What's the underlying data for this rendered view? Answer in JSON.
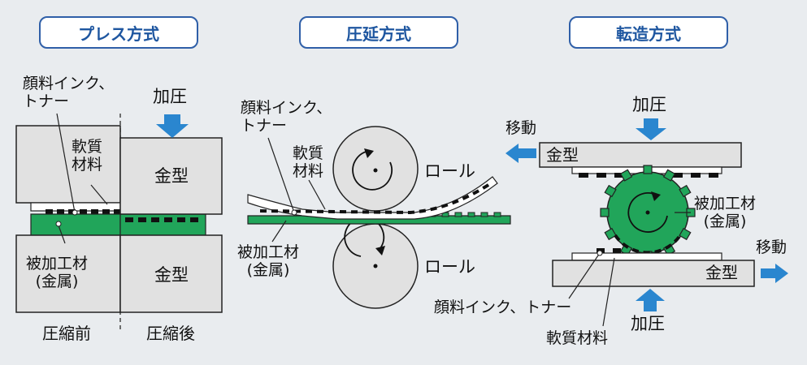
{
  "press": {
    "title": "プレス方式",
    "ink_label_line1": "顔料インク、",
    "ink_label_line2": "トナー",
    "soft_label_line1": "軟質",
    "soft_label_line2": "材料",
    "mold_top": "金型",
    "mold_bottom": "金型",
    "pressure": "加圧",
    "work_line1": "被加工材",
    "work_line2": "(金属)",
    "before": "圧縮前",
    "after": "圧縮後"
  },
  "rolling": {
    "title": "圧延方式",
    "ink_label_line1": "顔料インク、",
    "ink_label_line2": "トナー",
    "soft_label_line1": "軟質",
    "soft_label_line2": "材料",
    "roll_top": "ロール",
    "roll_bottom": "ロール",
    "work_line1": "被加工材",
    "work_line2": "(金属)"
  },
  "transfer": {
    "title": "転造方式",
    "pressure_top": "加圧",
    "move_left": "移動",
    "mold_top": "金型",
    "work_line1": "被加工材",
    "work_line2": "(金属)",
    "move_right": "移動",
    "mold_bottom": "金型",
    "ink_label": "顔料インク、トナー",
    "pressure_bottom": "加圧",
    "soft_label": "軟質材料"
  },
  "colors": {
    "accent_blue": "#2f5fa8",
    "arrow_blue": "#2a86cf",
    "green": "#21a55a",
    "gray": "#e1e1e1"
  }
}
